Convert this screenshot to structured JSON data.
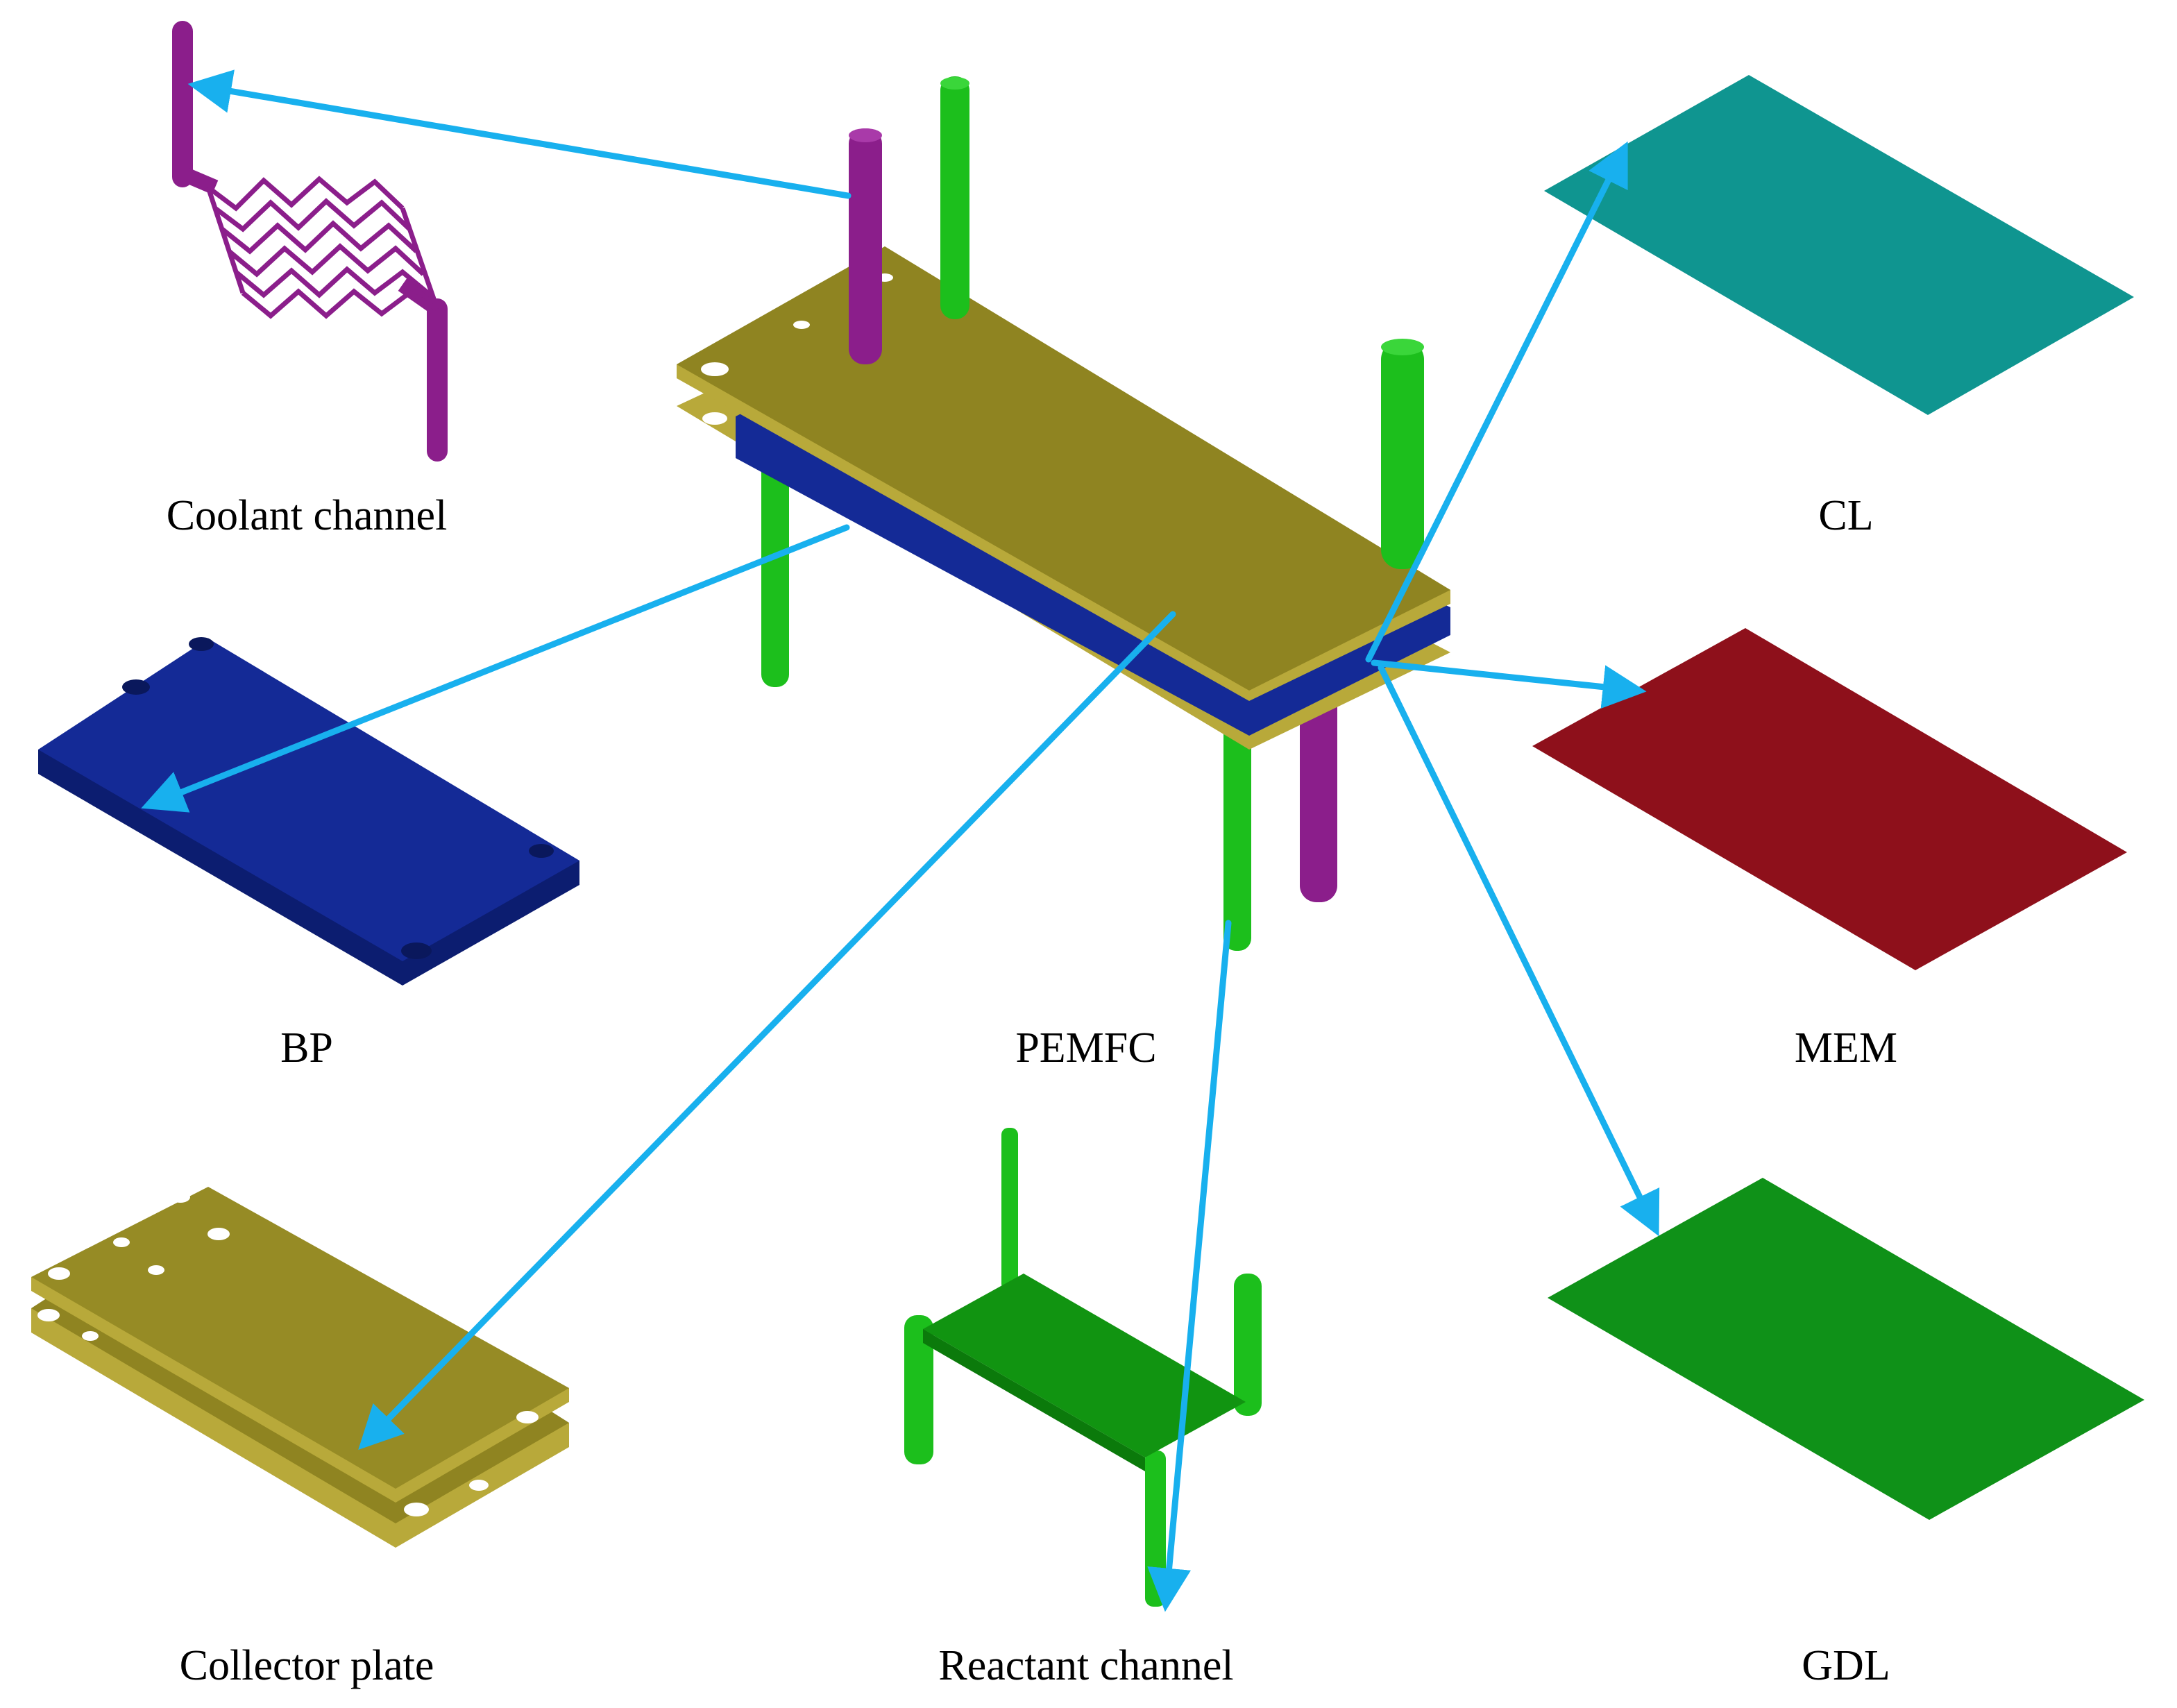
{
  "labels": {
    "coolant_channel": "Coolant channel",
    "cl": "CL",
    "bp": "BP",
    "pemfc": "PEMFC",
    "mem": "MEM",
    "collector_plate": "Collector plate",
    "reactant_channel": "Reactant channel",
    "gdl": "GDL"
  },
  "colors": {
    "arrow": "#18b0ee",
    "collector_gold": "#8f8421",
    "collector_light": "#b8a93a",
    "bp_blue": "#142a96",
    "bp_dark": "#0c1d70",
    "reactant_green": "#1cbf1c",
    "reactant_dark": "#119411",
    "coolant_magenta": "#8b1e8b",
    "cl_teal": "#0f9590",
    "mem_red": "#8e101b",
    "gdl_green": "#0f9118"
  },
  "icons": [
    "arrow-head-icon"
  ]
}
